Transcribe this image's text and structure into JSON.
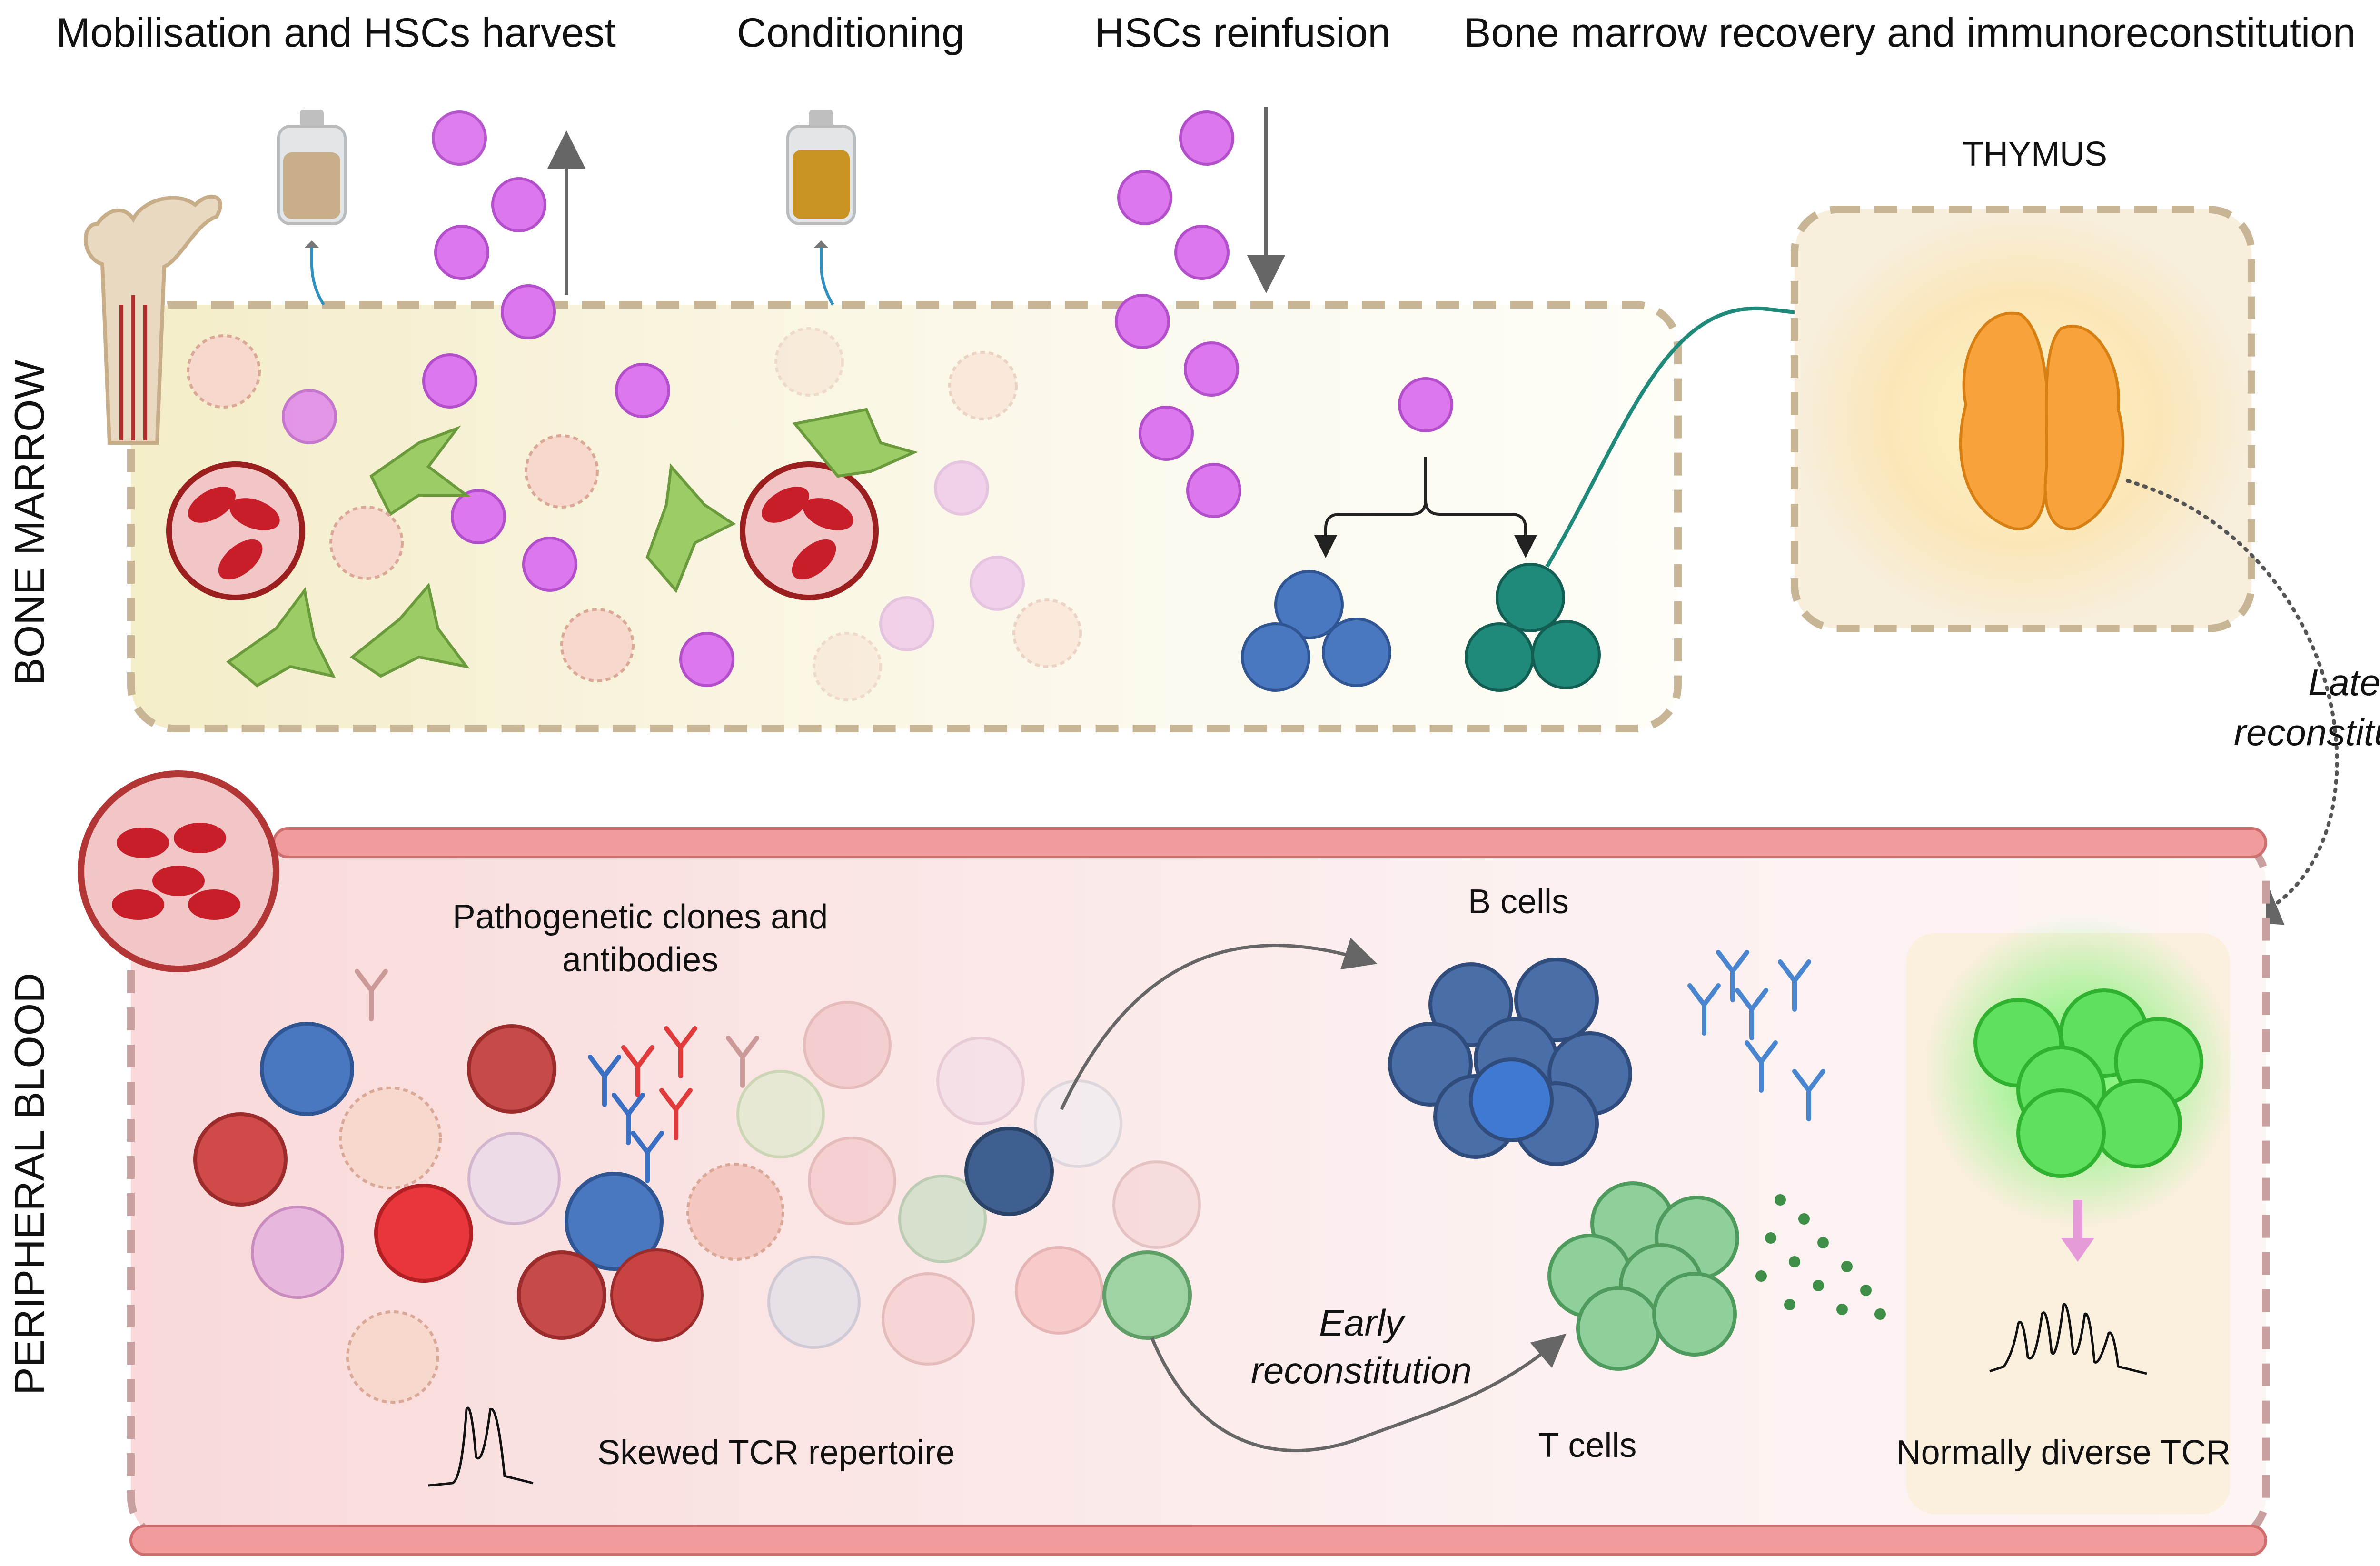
{
  "steps": {
    "mobilisation": "Mobilisation and HSCs harvest",
    "conditioning": "Conditioning",
    "reinfusion": "HSCs reinfusion",
    "recovery": "Bone marrow recovery and immunoreconstitution"
  },
  "regions": {
    "bone_marrow": "BONE MARROW",
    "peripheral_blood": "PERIPHERAL BLOOD",
    "thymus": "THYMUS"
  },
  "labels": {
    "late_line1": "Late",
    "late_line2": "reconstitution",
    "early_line1": "Early",
    "early_line2": "reconstitution",
    "pathogenetic_line1": "Pathogenetic clones and",
    "pathogenetic_line2": "antibodies",
    "b_cells": "B cells",
    "t_cells": "T cells",
    "skewed_tcr": "Skewed TCR repertoire",
    "diverse_tcr": "Normally diverse TCR"
  },
  "colors": {
    "hsc": "#dd77ee",
    "b_cell": "#4a78c0",
    "t_cell": "#1f8a7a",
    "green_cell": "#4bdc4b",
    "pathogenic": "#d23030",
    "box_border": "#c8b596",
    "thymus": "#f7a23a"
  }
}
